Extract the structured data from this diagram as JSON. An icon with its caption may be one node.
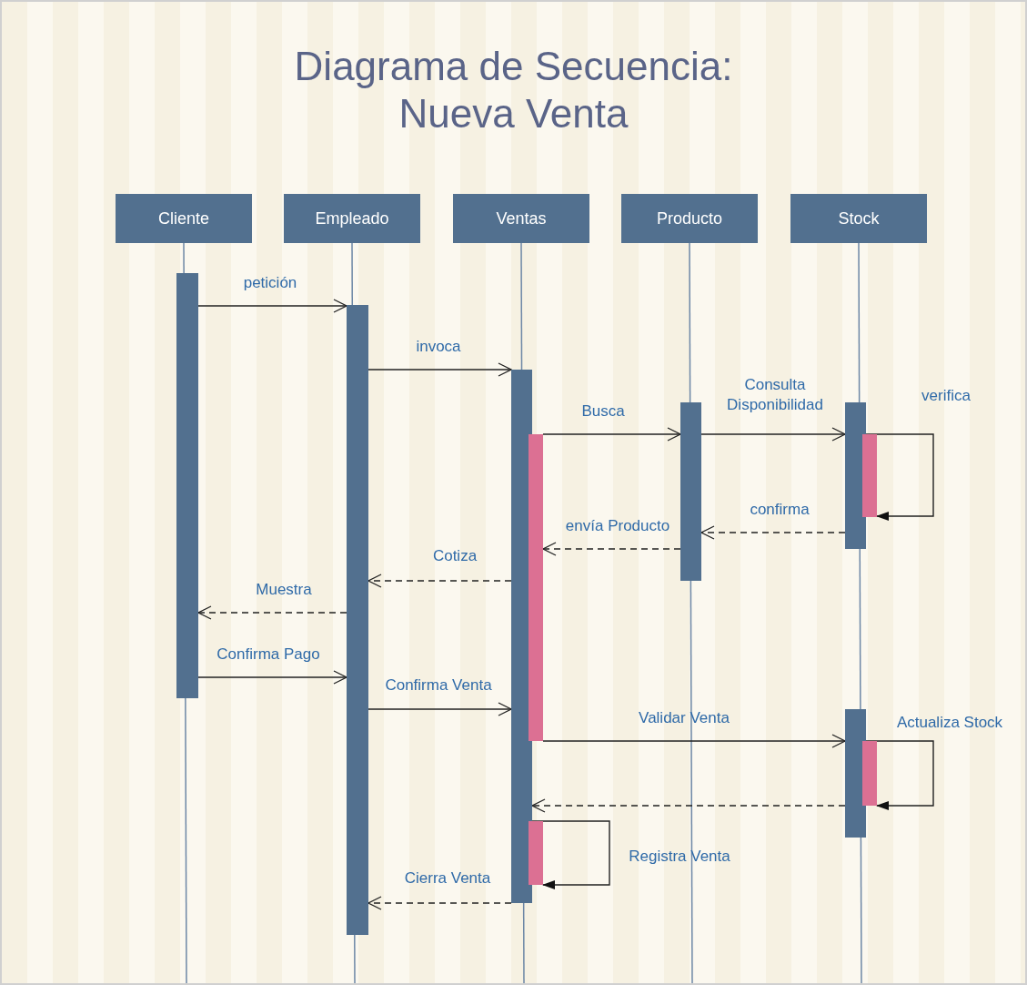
{
  "diagram": {
    "title": "Diagrama de Secuencia: Nueva Venta",
    "nodes": [
      {
        "text": [
          "Cliente"
        ]
      },
      {
        "text": [
          "Empleado"
        ]
      },
      {
        "text": [
          "Ventas"
        ]
      },
      {
        "text": [
          "Producto"
        ]
      },
      {
        "text": [
          "Stock"
        ]
      },
      {
        "text": [],
        "shape": "bar"
      },
      {
        "text": [],
        "shape": "bar"
      },
      {
        "text": [],
        "shape": "bar"
      },
      {
        "text": [],
        "shape": "bar"
      },
      {
        "text": [],
        "shape": "bar"
      },
      {
        "text": [],
        "shape": "bar"
      },
      {
        "text": [],
        "shape": "bar"
      },
      {
        "text": [],
        "shape": "bar"
      },
      {
        "text": [],
        "shape": "bar"
      },
      {
        "text": [],
        "shape": "bar"
      }
    ],
    "edges": [
      {
        "from": 5,
        "to": 6,
        "arrow": "to",
        "label": "petición"
      },
      {
        "from": 6,
        "to": 7,
        "arrow": "to",
        "label": "invoca"
      },
      {
        "from": 11,
        "to": 8,
        "arrow": "to",
        "label": "Busca"
      },
      {
        "from": 8,
        "to": 9,
        "arrow": "to",
        "label": "Consulta Disponibilidad"
      },
      {
        "from": 9,
        "to": 12,
        "arrow": "to",
        "label": "verifica"
      },
      {
        "from": 9,
        "to": 8,
        "arrow": "to",
        "label": "confirma",
        "style": "dashed"
      },
      {
        "from": 8,
        "to": 11,
        "arrow": "to",
        "label": "envía Producto",
        "style": "dashed"
      },
      {
        "from": 7,
        "to": 6,
        "arrow": "to",
        "label": "Cotiza",
        "style": "dashed"
      },
      {
        "from": 6,
        "to": 5,
        "arrow": "to",
        "label": "Muestra",
        "style": "dashed"
      },
      {
        "from": 5,
        "to": 6,
        "arrow": "to",
        "label": "Confirma Pago"
      },
      {
        "from": 6,
        "to": 7,
        "arrow": "to",
        "label": "Confirma Venta"
      },
      {
        "from": 11,
        "to": 10,
        "arrow": "to",
        "label": "Validar Venta"
      },
      {
        "from": 10,
        "to": 13,
        "arrow": "to",
        "label": "Actualiza Stock"
      },
      {
        "from": 10,
        "to": 7,
        "arrow": "to",
        "style": "dashed"
      },
      {
        "from": 7,
        "to": 14,
        "arrow": "to",
        "label": "Registra Venta"
      },
      {
        "from": 7,
        "to": 6,
        "arrow": "to",
        "label": "Cierra Venta",
        "style": "dashed"
      }
    ]
  }
}
